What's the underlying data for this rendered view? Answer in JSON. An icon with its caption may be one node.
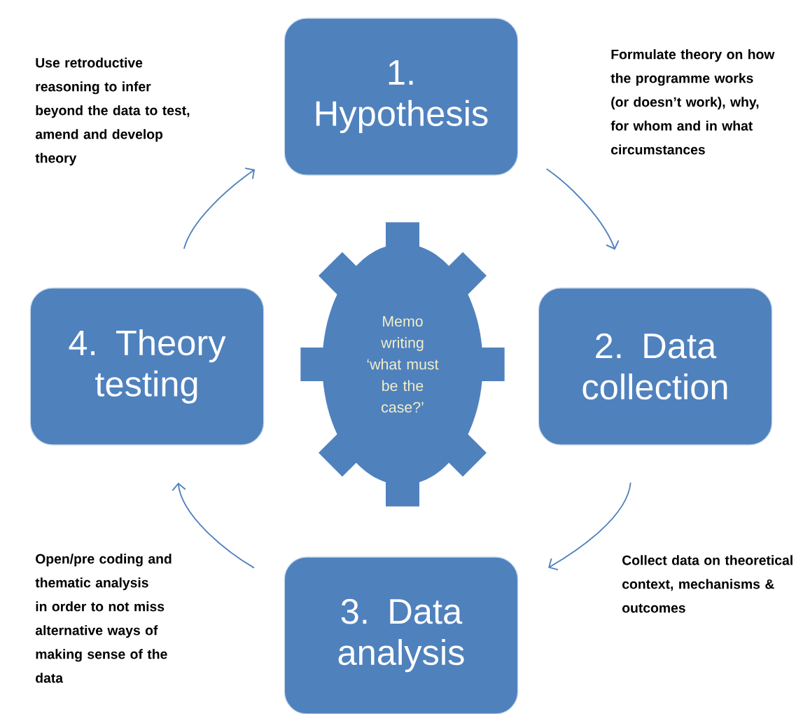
{
  "diagram": {
    "nodes": [
      {
        "text": [
          "1. Hypothesis"
        ]
      },
      {
        "text": [
          "2. Data collection"
        ]
      },
      {
        "text": [
          "3. Data analysis"
        ]
      },
      {
        "text": [
          "4. Theory testing"
        ]
      },
      {
        "text": [
          "Memo writing ‘what must be the case?’"
        ]
      }
    ],
    "edges": [
      {
        "from": 0,
        "to": 1,
        "arrow": "to"
      },
      {
        "from": 1,
        "to": 2,
        "arrow": "to"
      },
      {
        "from": 2,
        "to": 3,
        "arrow": "to"
      },
      {
        "from": 3,
        "to": 0,
        "arrow": "to"
      }
    ],
    "labels": [
      "Use retroductive reasoning to infer beyond the data to test, amend and develop theory",
      "Formulate theory on how the programme works (or doesn’t work), why, for whom and in what circumstances",
      "Open/pre coding and thematic analysis in order to not miss alternative ways of making sense of the data",
      "Collect data on theoretical context, mechanisms & outcomes"
    ]
  }
}
